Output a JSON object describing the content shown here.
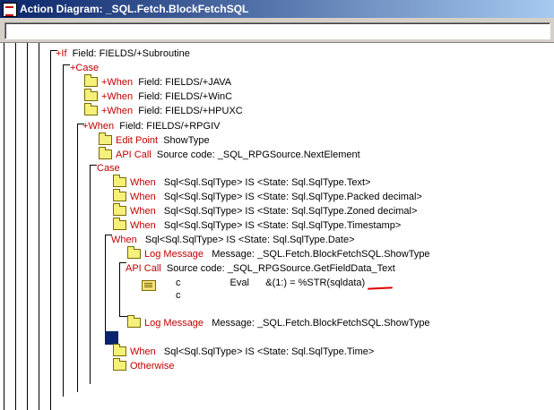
{
  "window": {
    "title": "Action Diagram: _SQL.Fetch.BlockFetchSQL"
  },
  "toolbar": {
    "command_value": ""
  },
  "rows": [
    {
      "id": "if",
      "kw": "+If",
      "text": "  Field: FIELDS/+Subroutine"
    },
    {
      "id": "case1",
      "kw": "+Case",
      "text": ""
    },
    {
      "id": "when-java",
      "kw": "+When",
      "text": "  Field: FIELDS/+JAVA"
    },
    {
      "id": "when-winc",
      "kw": "+When",
      "text": "  Field: FIELDS/+WinC"
    },
    {
      "id": "when-hpuxc",
      "kw": "+When",
      "text": "  Field: FIELDS/+HPUXC"
    },
    {
      "id": "when-rpgiv",
      "kw": "+When",
      "text": "  Field: FIELDS/+RPGIV"
    },
    {
      "id": "edit-point",
      "kw": "Edit Point",
      "text": "  ShowType"
    },
    {
      "id": "api-call-1",
      "kw": "API Call",
      "text": "  Source code: _SQL_RPGSource.NextElement"
    },
    {
      "id": "case2",
      "kw": "Case",
      "text": ""
    },
    {
      "id": "when-text",
      "kw": "When",
      "text": "   Sql<Sql.SqlType> IS <State: Sql.SqlType.Text>"
    },
    {
      "id": "when-packed",
      "kw": "When",
      "text": "   Sql<Sql.SqlType> IS <State: Sql.SqlType.Packed decimal>"
    },
    {
      "id": "when-zoned",
      "kw": "When",
      "text": "   Sql<Sql.SqlType> IS <State: Sql.SqlType.Zoned decimal>"
    },
    {
      "id": "when-timestamp",
      "kw": "When",
      "text": "   Sql<Sql.SqlType> IS <State: Sql.SqlType.Timestamp>"
    },
    {
      "id": "when-date",
      "kw": "When",
      "text": "   Sql<Sql.SqlType> IS <State: Sql.SqlType.Date>"
    },
    {
      "id": "log-msg-1",
      "kw": "Log Message",
      "text": "   Message: _SQL.Fetch.BlockFetchSQL.ShowType"
    },
    {
      "id": "api-call-2",
      "kw": "API Call",
      "text": "  Source code: _SQL_RPGSource.GetFieldData_Text"
    },
    {
      "id": "code-1",
      "kw": "",
      "text": "c                  Eval      &(1:) = %STR(sqldata)"
    },
    {
      "id": "code-2",
      "kw": "",
      "text": "c"
    },
    {
      "id": "log-msg-2",
      "kw": "Log Message",
      "text": "   Message: _SQL.Fetch.BlockFetchSQL.ShowType"
    },
    {
      "id": "when-time",
      "kw": "When",
      "text": "   Sql<Sql.SqlType> IS <State: Sql.SqlType.Time>"
    },
    {
      "id": "otherwise",
      "kw": "Otherwise",
      "text": ""
    }
  ],
  "colors": {
    "keyword": "#c00000",
    "selection": "#0a246a",
    "annotation": "#e00000"
  }
}
